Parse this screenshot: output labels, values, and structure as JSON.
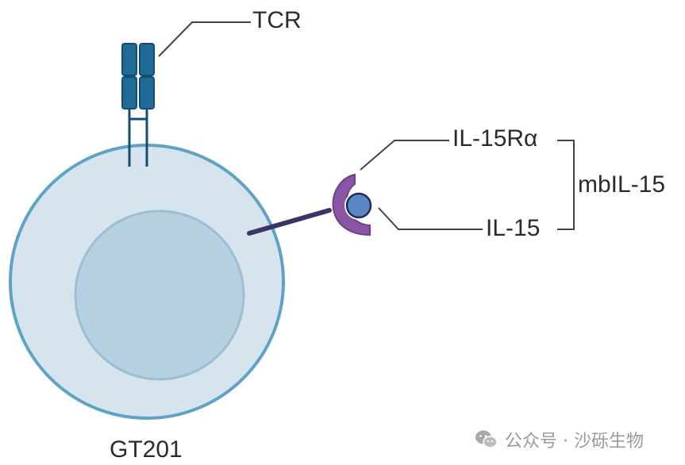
{
  "labels": {
    "tcr": "TCR",
    "il15ra": "IL-15Rα",
    "il15": "IL-15",
    "mbil15": "mbIL-15",
    "cell": "GT201"
  },
  "watermark": {
    "text": "公众号 · 沙砾生物",
    "icon": "wechat-icon"
  },
  "colors": {
    "cell_fill": "#d6e4ed",
    "cell_stroke": "#5fa2c8",
    "nucleus_fill": "#b5d0e0",
    "nucleus_stroke": "#9cbfd3",
    "tcr": "#1f6a96",
    "tcr_stroke": "#134e72",
    "receptor": "#8b55a5",
    "il15_ball": "#5b87c7",
    "tether": "#3b3566",
    "leader": "#444444",
    "text": "#2b2b2b",
    "watermark": "#9a9a9a"
  }
}
